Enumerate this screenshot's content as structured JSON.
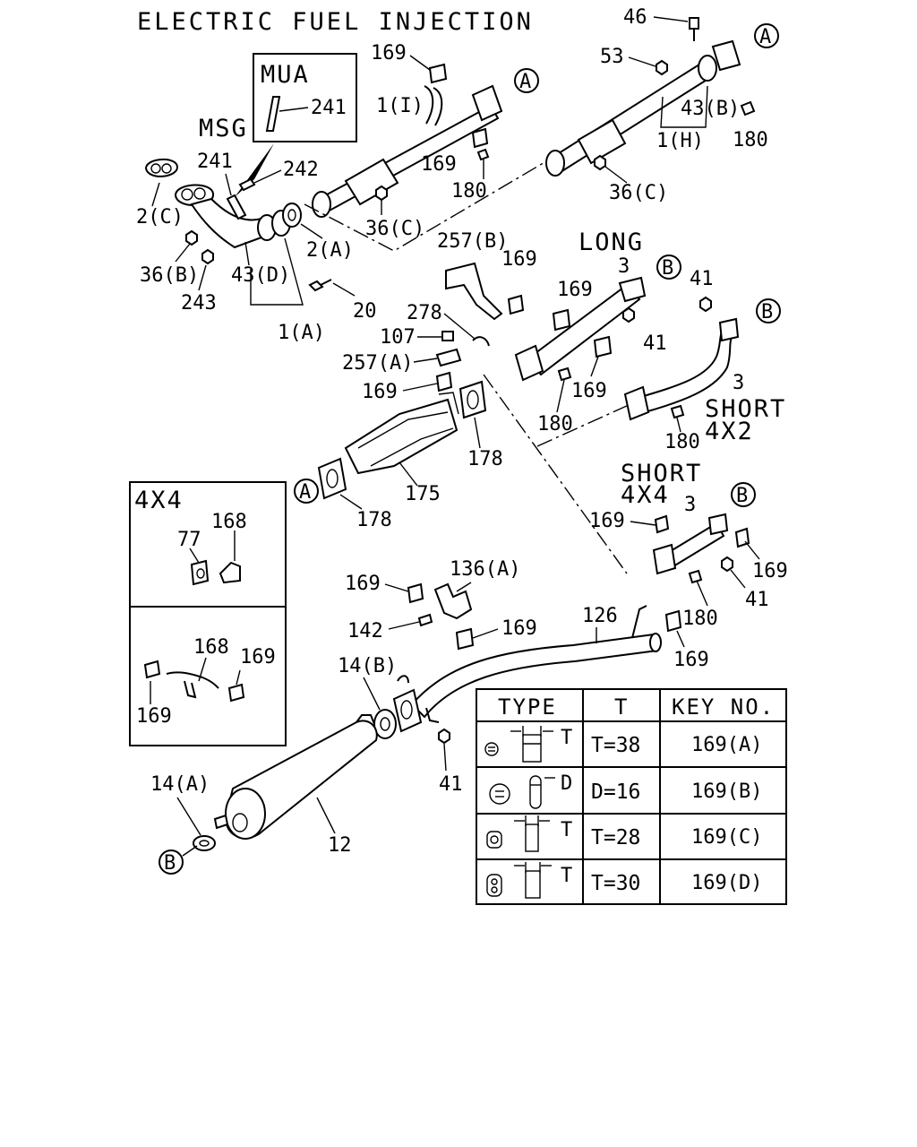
{
  "title": "ELECTRIC FUEL INJECTION",
  "insets": {
    "mua": {
      "title": "MUA",
      "part": "241"
    },
    "four_by_four": {
      "title": "4X4",
      "labels": [
        "168",
        "77",
        "168",
        "169",
        "169"
      ]
    }
  },
  "section_labels": {
    "msg": "MSG",
    "long": "LONG",
    "short": "SHORT",
    "short_4x2_sub": "4X2",
    "short_4x4": "SHORT",
    "short_4x4_sub": "4X4"
  },
  "ref_markers": {
    "a": "A",
    "b": "B"
  },
  "callouts": {
    "c46": "46",
    "c53": "53",
    "c43b": "43(B)",
    "c180_a": "180",
    "c1h": "1(H)",
    "c36c_a": "36(C)",
    "c169_a": "169",
    "c1i": "1(I)",
    "c169_b": "169",
    "c180_b": "180",
    "c36c_b": "36(C)",
    "c2c": "2(C)",
    "c241": "241",
    "c242": "242",
    "c36b": "36(B)",
    "c243": "243",
    "c43d": "43(D)",
    "c20": "20",
    "c1a": "1(A)",
    "c2a": "2(A)",
    "c257b": "257(B)",
    "c169_c": "169",
    "c3_long": "3",
    "c169_d": "169",
    "c41_a": "41",
    "c41_b": "41",
    "c278": "278",
    "c107": "107",
    "c257a": "257(A)",
    "c169_e": "169",
    "c169_f": "169",
    "c180_c": "180",
    "c3_short": "3",
    "c180_d": "180",
    "c178_a": "178",
    "c175": "175",
    "c178_b": "178",
    "c169_g": "169",
    "c3_4x4": "3",
    "c169_h": "169",
    "c41_c": "41",
    "c180_e": "180",
    "c136a": "136(A)",
    "c169_i": "169",
    "c142": "142",
    "c169_j": "169",
    "c126": "126",
    "c169_k": "169",
    "c14b": "14(B)",
    "c41_d": "41",
    "c14a": "14(A)",
    "c12": "12"
  },
  "type_table": {
    "headers": [
      "TYPE",
      "T",
      "KEY NO."
    ],
    "rows": [
      {
        "dim": "T",
        "value": "T=38",
        "key": "169(A)"
      },
      {
        "dim": "D",
        "value": "D=16",
        "key": "169(B)"
      },
      {
        "dim": "T",
        "value": "T=28",
        "key": "169(C)"
      },
      {
        "dim": "T",
        "value": "T=30",
        "key": "169(D)"
      }
    ]
  }
}
